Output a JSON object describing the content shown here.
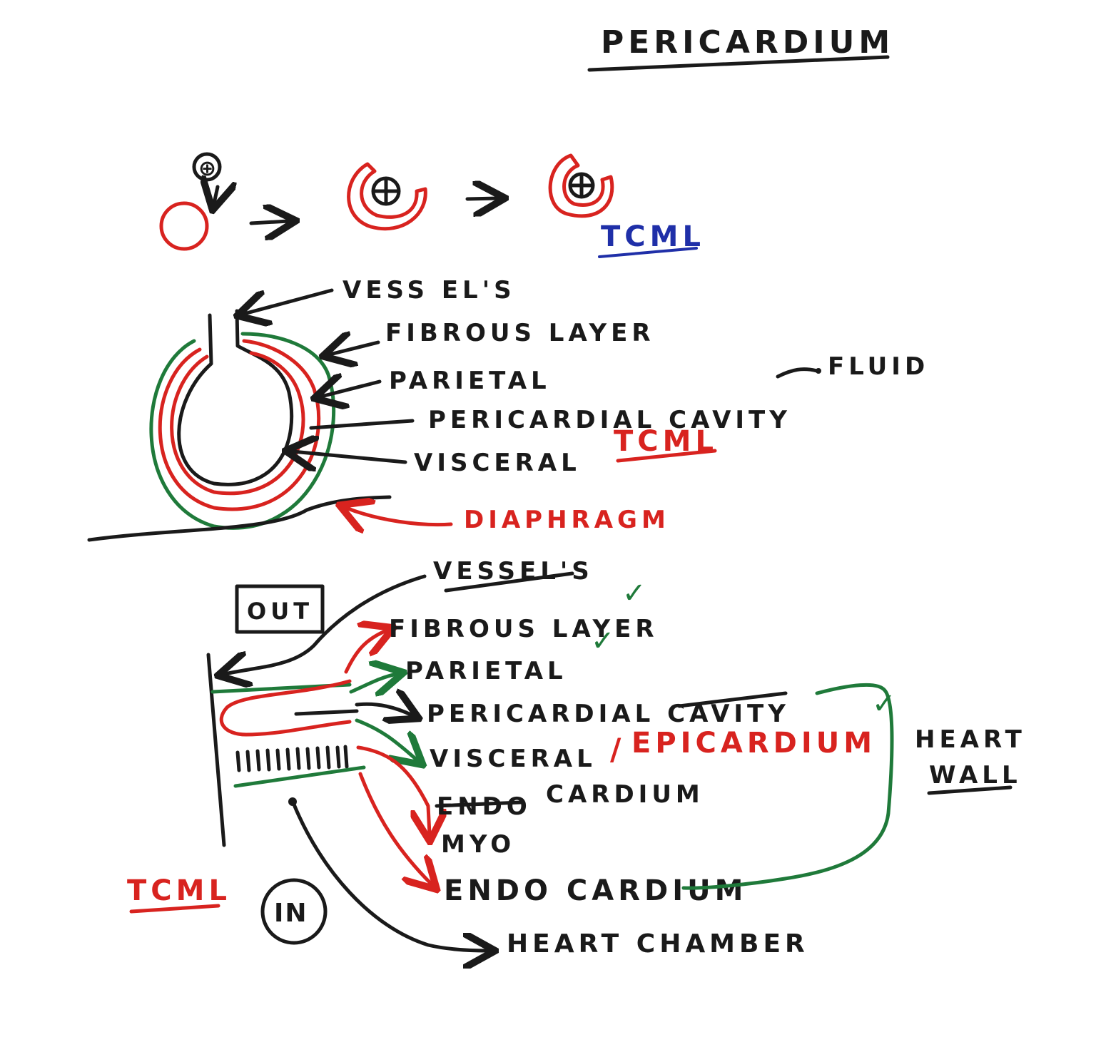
{
  "title": "PERICARDIUM",
  "watermark": "TCML",
  "colors": {
    "black": "#1a1a1a",
    "red": "#d8231f",
    "green": "#1f7a3a",
    "blue": "#1f2fa8"
  },
  "top_row": {
    "symbol": "⊕"
  },
  "middle": {
    "labels": {
      "vessels": "VESS EL'S",
      "fibrous": "FIBROUS LAYER",
      "parietal": "PARIETAL",
      "cavity": "PERICARDIAL CAVITY",
      "fluid": "FLUID",
      "visceral": "VISCERAL",
      "diaphragm": "DIAPHRAGM"
    }
  },
  "bottom": {
    "out": "OUT",
    "in": "IN",
    "vessels": "VESSEL'S",
    "fibrous": "FIBROUS LAYER",
    "parietal": "PARIETAL",
    "cavity": "PERICARDIAL CAVITY",
    "visceral": "VISCERAL",
    "slash": "/",
    "epicardium": "EPICARDIUM",
    "endo_struck": "ENDO",
    "cardium": "CARDIUM",
    "myo": "MYO",
    "endocardium": "ENDO CARDIUM",
    "heart_chamber": "HEART CHAMBER",
    "heart": "HEART",
    "wall": "WALL",
    "tick": "✓"
  }
}
